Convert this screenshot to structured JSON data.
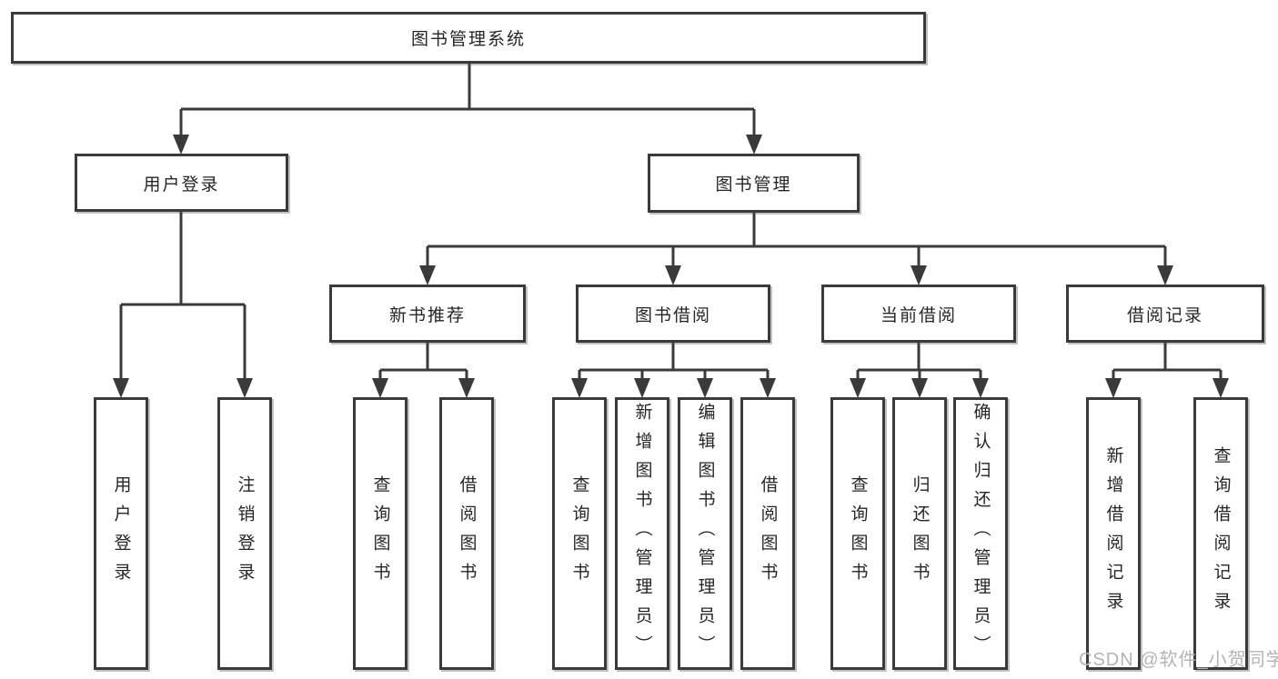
{
  "nodes": {
    "root": {
      "label": "图书管理系统"
    },
    "user_login": {
      "label": "用户登录"
    },
    "book_mgmt": {
      "label": "图书管理"
    },
    "new_books": {
      "label": "新书推荐"
    },
    "book_borrow": {
      "label": "图书借阅"
    },
    "current_borrow": {
      "label": "当前借阅"
    },
    "borrow_records": {
      "label": "借阅记录"
    },
    "ul_login": {
      "label": "用户登录"
    },
    "ul_logout": {
      "label": "注销登录"
    },
    "nb_query": {
      "label": "查询图书"
    },
    "nb_borrow": {
      "label": "借阅图书"
    },
    "bb_query": {
      "label": "查询图书"
    },
    "bb_add": {
      "label": "新增图书（管理员）"
    },
    "bb_edit": {
      "label": "编辑图书（管理员）"
    },
    "bb_borrow": {
      "label": "借阅图书"
    },
    "cb_query": {
      "label": "查询图书"
    },
    "cb_return": {
      "label": "归还图书"
    },
    "cb_confirm": {
      "label": "确认归还（管理员）"
    },
    "br_add": {
      "label": "新增借阅记录"
    },
    "br_query": {
      "label": "查询借阅记录"
    }
  },
  "tree": {
    "root": "图书管理系统",
    "children": [
      {
        "label": "用户登录",
        "children": [
          "用户登录",
          "注销登录"
        ]
      },
      {
        "label": "图书管理",
        "children": [
          {
            "label": "新书推荐",
            "children": [
              "查询图书",
              "借阅图书"
            ]
          },
          {
            "label": "图书借阅",
            "children": [
              "查询图书",
              "新增图书（管理员）",
              "编辑图书（管理员）",
              "借阅图书"
            ]
          },
          {
            "label": "当前借阅",
            "children": [
              "查询图书",
              "归还图书",
              "确认归还（管理员）"
            ]
          },
          {
            "label": "借阅记录",
            "children": [
              "新增借阅记录",
              "查询借阅记录"
            ]
          }
        ]
      }
    ]
  },
  "watermark": {
    "text": "CSDN @软件_小贺同学"
  },
  "colors": {
    "line": "#3a3a3a",
    "box_border": "#3a3a3a",
    "box_fill": "#ffffff",
    "text": "#262626",
    "watermark": "#b4b4b4"
  }
}
